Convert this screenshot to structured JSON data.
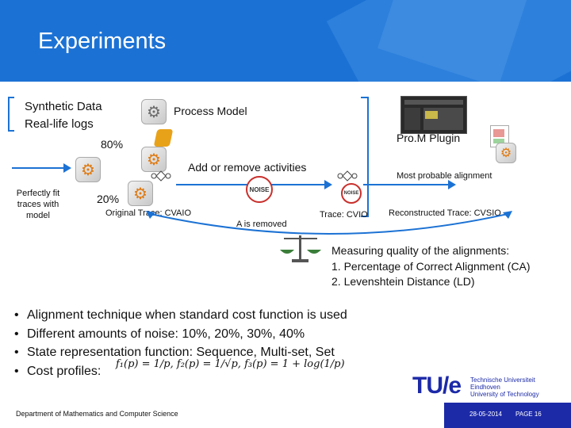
{
  "slide": {
    "title": "Experiments"
  },
  "inputs": {
    "synthetic": "Synthetic Data",
    "reallife": "Real-life logs"
  },
  "labels": {
    "process_model": "Process Model",
    "prom_plugin": "Pro.M Plugin",
    "pct80": "80%",
    "pct20": "20%",
    "add_remove": "Add or remove activities",
    "most_probable": "Most probable alignment",
    "perfect_fit": "Perfectly fit traces with model",
    "original_trace": "Original Trace: CVAIO",
    "a_removed": "A is removed",
    "trace_cvio": "Trace: CVIO",
    "reconstructed": "Reconstructed Trace: CVSIO",
    "noise": "NOISE"
  },
  "measure": {
    "heading": "Measuring quality of the alignments:",
    "item1": "1. Percentage of Correct Alignment (CA)",
    "item2": "2. Levenshtein Distance (LD)"
  },
  "bullets": [
    "Alignment technique when standard cost function is used",
    "Different amounts of noise: 10%, 20%, 30%, 40%",
    "State representation function: Sequence, Multi-set, Set",
    "Cost profiles:"
  ],
  "formula": {
    "f1": "f₁(p) = 1/p",
    "f2": "f₂(p) = 1/√p",
    "f3": "f₃(p) = 1 + log(1/p)"
  },
  "footer": {
    "dept": "Department of Mathematics and Computer Science",
    "date": "28-05-2014",
    "page": "PAGE 16",
    "logo": "TU/e",
    "logo_sub1": "Technische Universiteit",
    "logo_sub2": "Eindhoven",
    "logo_sub3": "University of Technology"
  },
  "colors": {
    "accent": "#1c72d4",
    "tue_blue": "#1c2aa8",
    "tue_red": "#e2001a"
  },
  "icons": [
    "gear-icon",
    "petri-net-icon",
    "noise-icon",
    "prom-window-icon",
    "balance-scale-icon"
  ]
}
